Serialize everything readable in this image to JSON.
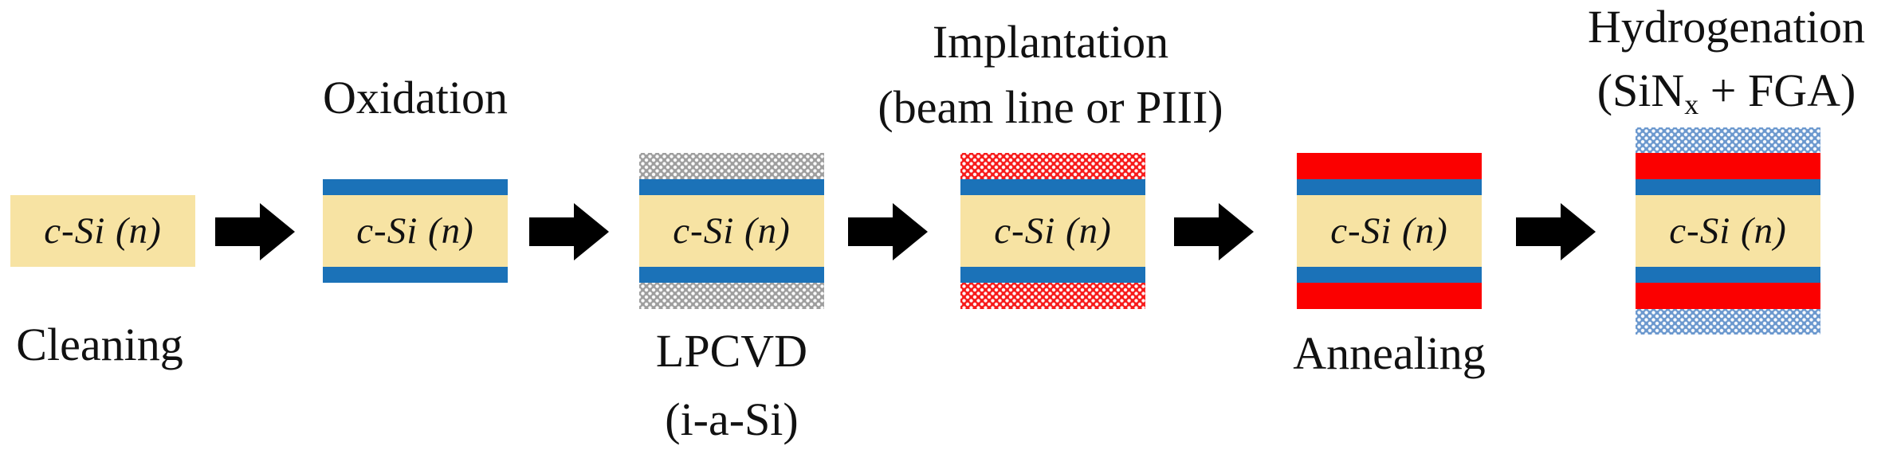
{
  "diagram_type": "process-flow",
  "substrate_label": "c-Si (n)",
  "palette": {
    "background": "#FFFFFF",
    "text": "#111111",
    "arrow": "#000000",
    "substrate_tan": "#F7E3A3",
    "oxide_blue": "#1B72B8",
    "poly_si_red": "#FB0000",
    "a_si_gray": "#9E9E9E",
    "implant_red": "#F public71A1A",
    "sinx_blue": "#6B98CE"
  },
  "steps": [
    {
      "name": "cleaning",
      "label_lines": [
        "Cleaning"
      ],
      "label_position": "below",
      "layers": [
        "substrate"
      ]
    },
    {
      "name": "oxidation",
      "label_lines": [
        "Oxidation"
      ],
      "label_position": "above",
      "layers": [
        "oxide",
        "substrate",
        "oxide"
      ]
    },
    {
      "name": "lpcvd",
      "label_lines": [
        "LPCVD",
        "(i-a-Si)"
      ],
      "label_position": "below",
      "layers": [
        "a_si",
        "oxide",
        "substrate",
        "oxide",
        "a_si"
      ]
    },
    {
      "name": "implantation",
      "label_lines": [
        "Implantation",
        "(beam line or PIII)"
      ],
      "label_position": "above",
      "layers": [
        "implanted_a_si",
        "oxide",
        "substrate",
        "oxide",
        "implanted_a_si"
      ]
    },
    {
      "name": "annealing",
      "label_lines": [
        "Annealing"
      ],
      "label_position": "below",
      "layers": [
        "doped_poly_si",
        "oxide",
        "substrate",
        "oxide",
        "doped_poly_si"
      ]
    },
    {
      "name": "hydrogenation",
      "label_lines": [
        "Hydrogenation",
        {
          "pre": "(SiN",
          "sub": "x",
          "post": " + FGA)"
        }
      ],
      "label_position": "above",
      "layers": [
        "sinx",
        "doped_poly_si",
        "oxide",
        "substrate",
        "oxide",
        "doped_poly_si",
        "sinx"
      ]
    }
  ]
}
